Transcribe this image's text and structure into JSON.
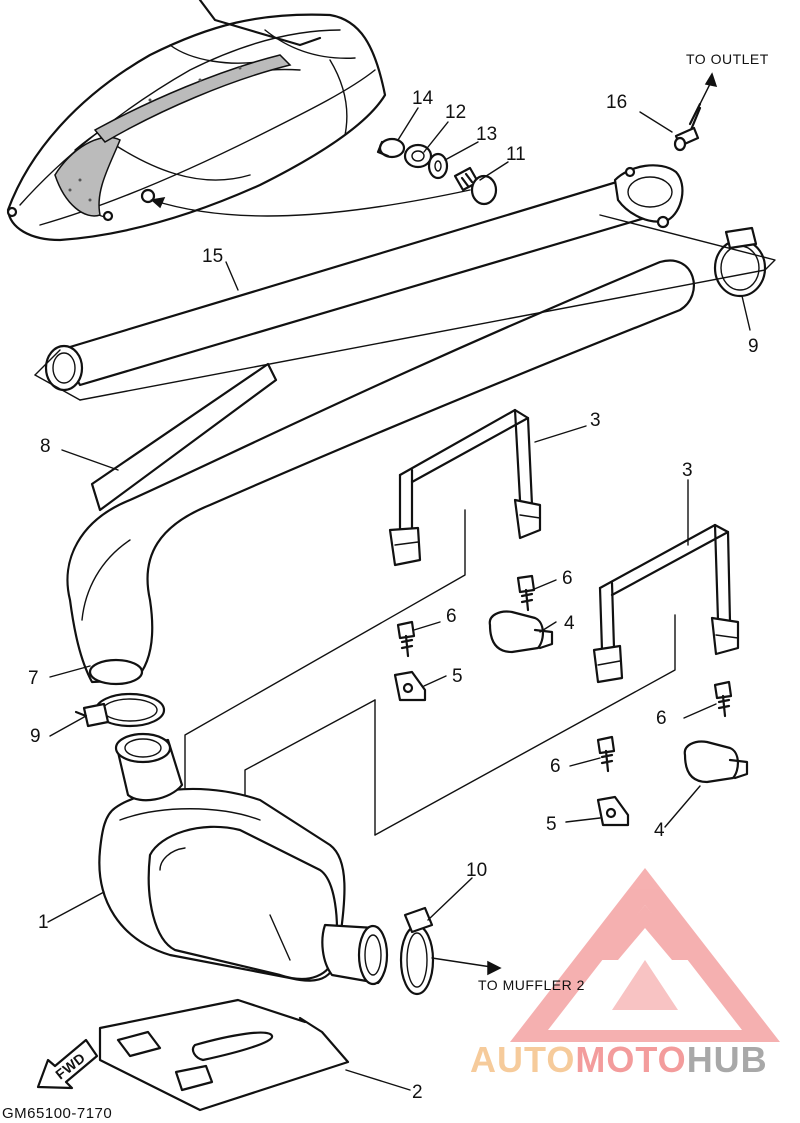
{
  "labels": {
    "l1": "1",
    "l2": "2",
    "l3a": "3",
    "l3b": "3",
    "l4a": "4",
    "l4b": "4",
    "l5a": "5",
    "l5b": "5",
    "l6a": "6",
    "l6b": "6",
    "l6c": "6",
    "l6d": "6",
    "l7": "7",
    "l8": "8",
    "l9a": "9",
    "l9b": "9",
    "l10": "10",
    "l11": "11",
    "l12": "12",
    "l13": "13",
    "l14": "14",
    "l15": "15",
    "l16": "16"
  },
  "notes": {
    "to_outlet": "TO OUTLET",
    "to_muffler": "TO MUFFLER 2",
    "fwd": "FWD",
    "drawing_code": "GM65100-7170"
  },
  "watermark": {
    "part1": "AUTO",
    "part2": "MOTO",
    "part3": "HUB",
    "color_gold": "#f5c28a",
    "color_red": "#f28b8b",
    "color_gray": "#9a9a9a"
  }
}
